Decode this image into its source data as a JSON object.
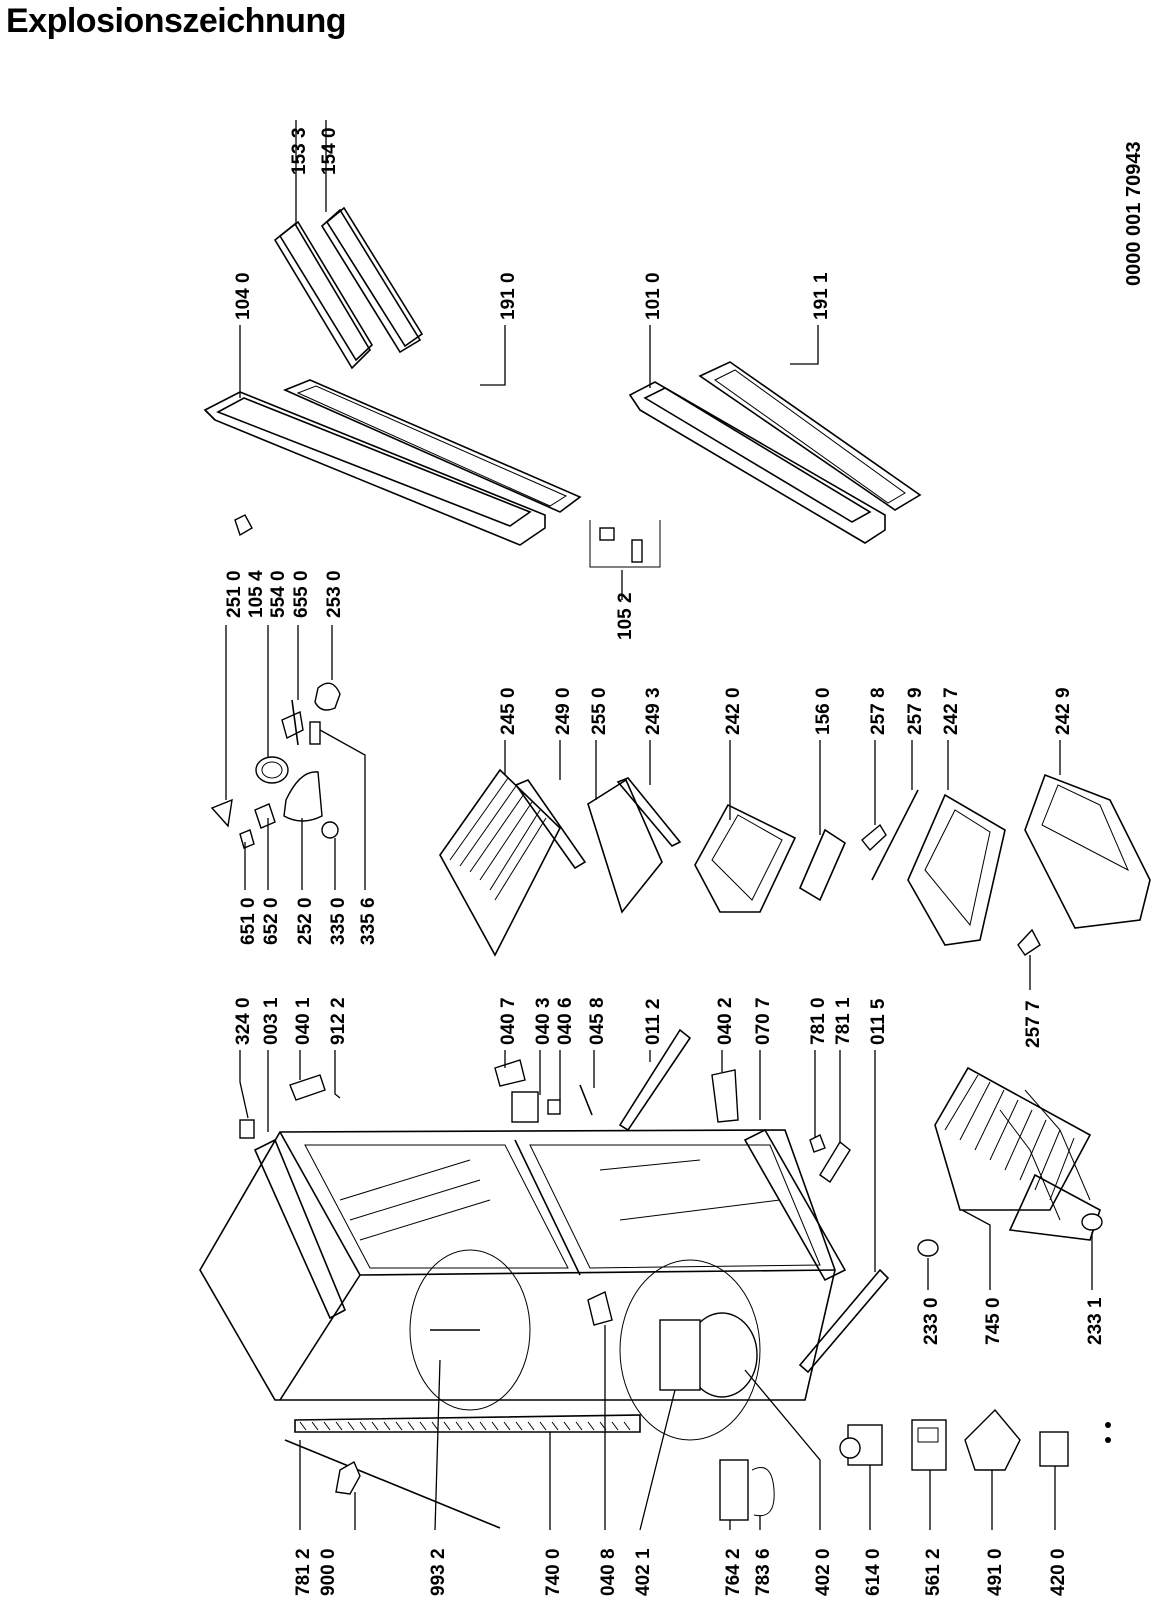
{
  "title": "Explosionszeichnung",
  "doc_number": "0000 001 70943",
  "part_labels": [
    "153 3",
    "154 0",
    "104 0",
    "191 0",
    "101 0",
    "191 1",
    "251 0",
    "105 4",
    "554 0",
    "655 0",
    "253 0",
    "105 2",
    "651 0",
    "652 0",
    "252 0",
    "335 0",
    "335 6",
    "245 0",
    "249 0",
    "255 0",
    "249 3",
    "242 0",
    "156 0",
    "257 8",
    "257 9",
    "242 7",
    "242 9",
    "257 7",
    "324 0",
    "003 1",
    "040 1",
    "912 2",
    "040 7",
    "040 3",
    "040 6",
    "045 8",
    "011 2",
    "040 2",
    "070 7",
    "781 0",
    "781 1",
    "011 5",
    "233 0",
    "745 0",
    "233 1",
    "781 2",
    "900 0",
    "993 2",
    "740 0",
    "040 8",
    "402 1",
    "764 2",
    "783 6",
    "402 0",
    "614 0",
    "561 2",
    "491 0",
    "420 0"
  ]
}
